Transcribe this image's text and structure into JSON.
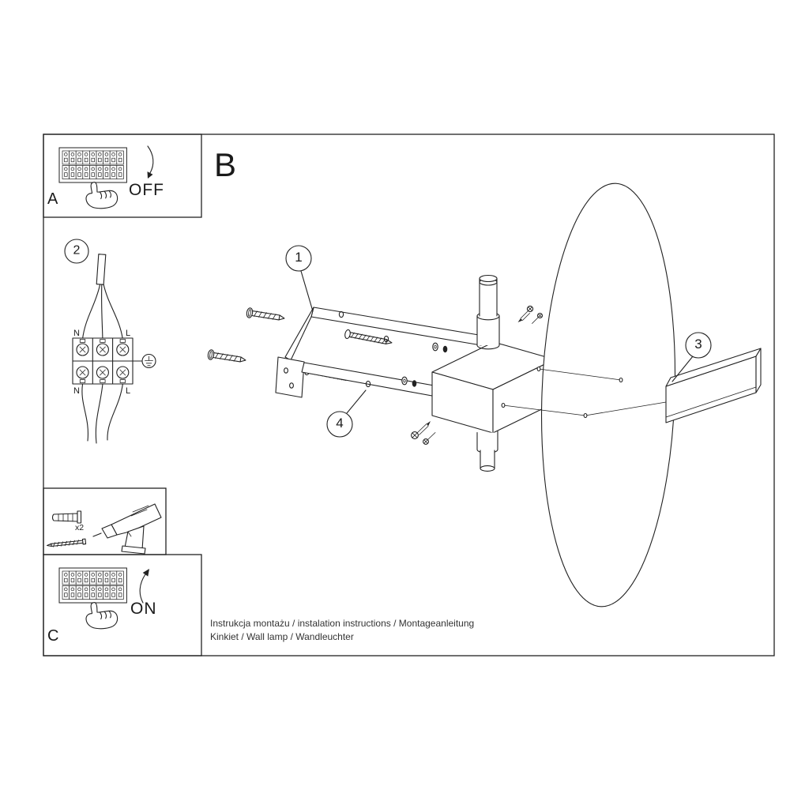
{
  "sheet": {
    "footer_line1": "Instrukcja montażu / instalation instructions / Montageanleitung",
    "footer_line2": "Kinkiet / Wall lamp / Wandleuchter"
  },
  "steps": {
    "a": "A",
    "b": "B",
    "c": "C",
    "off": "OFF",
    "on": "ON"
  },
  "callouts": {
    "c1": "1",
    "c2": "2",
    "c3": "3",
    "c4": "4"
  },
  "wiring": {
    "n_top": "N",
    "l_top": "L",
    "n_bottom": "N",
    "l_bottom": "L"
  },
  "tools": {
    "anchor_count": "x2"
  },
  "colors": {
    "line": "#222222",
    "background": "#ffffff"
  }
}
